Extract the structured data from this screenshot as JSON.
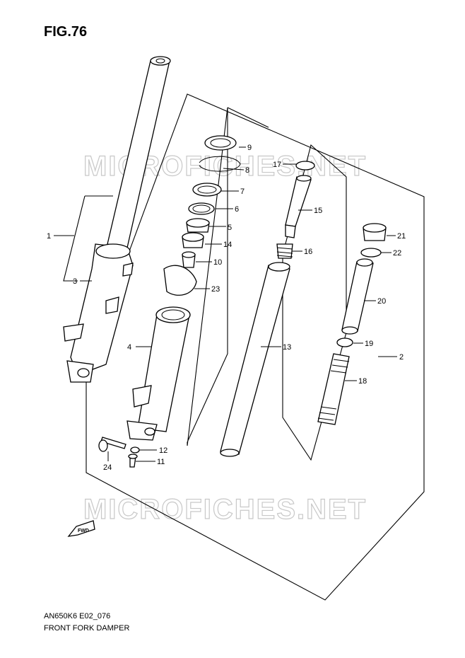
{
  "figure": {
    "title": "FIG.76",
    "code": "AN650K6 E02_076",
    "name": "FRONT FORK DAMPER",
    "watermark": "MICROFICHES.NET",
    "direction_badge": "FWD"
  },
  "parts": [
    {
      "num": "1"
    },
    {
      "num": "2"
    },
    {
      "num": "3"
    },
    {
      "num": "4"
    },
    {
      "num": "5"
    },
    {
      "num": "6"
    },
    {
      "num": "7"
    },
    {
      "num": "8"
    },
    {
      "num": "9"
    },
    {
      "num": "10"
    },
    {
      "num": "11"
    },
    {
      "num": "12"
    },
    {
      "num": "13"
    },
    {
      "num": "14"
    },
    {
      "num": "15"
    },
    {
      "num": "16"
    },
    {
      "num": "17"
    },
    {
      "num": "18"
    },
    {
      "num": "19"
    },
    {
      "num": "20"
    },
    {
      "num": "21"
    },
    {
      "num": "22"
    },
    {
      "num": "23"
    },
    {
      "num": "24"
    }
  ]
}
